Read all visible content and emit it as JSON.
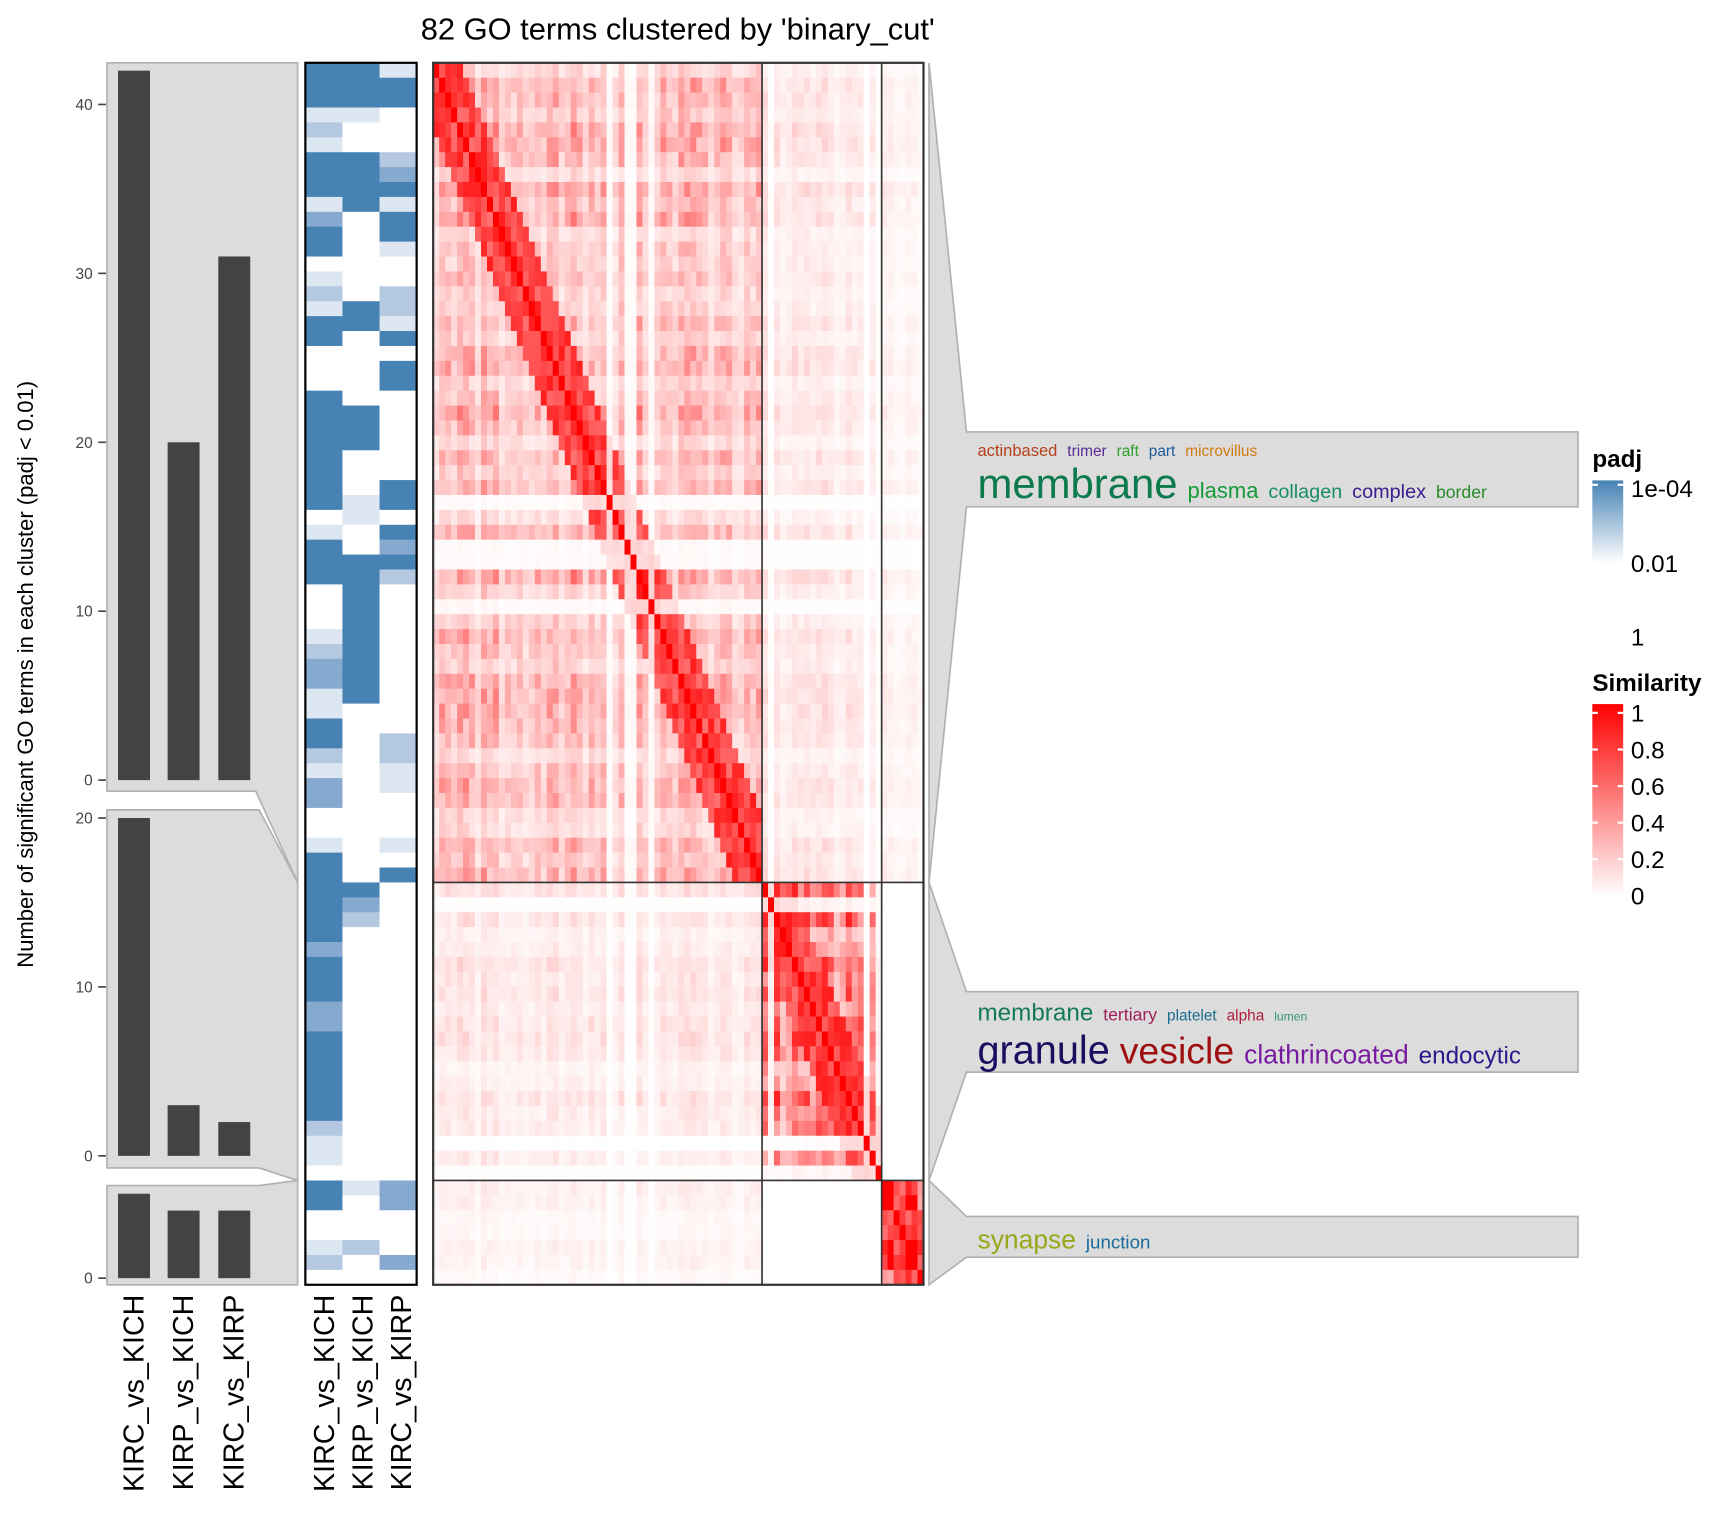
{
  "chart_data": {
    "type": "heatmap",
    "title": "82 GO terms clustered by 'binary_cut'",
    "ylabel": "Number of significant GO terms in each cluster (padj < 0.01)",
    "comparisons": [
      "KIRC_vs_KICH",
      "KIRP_vs_KICH",
      "KIRC_vs_KIRP"
    ],
    "clusters": [
      {
        "size": 55,
        "bar_values": [
          42,
          20,
          31
        ],
        "ticks": [
          "0",
          "10",
          "20",
          "30",
          "40"
        ],
        "ymax": 40,
        "padj_levels": [
          "4441214441344012144000444444440144400012331144213300144",
          "4441004444000000440000044400011004444444444000000000000",
          "1440002341441002214044000000440434200000000002211000104"
        ],
        "words": [
          {
            "text": "actinbased",
            "size": 15,
            "color": "#b5401a",
            "line": 1
          },
          {
            "text": "trimer",
            "size": 14,
            "color": "#5b2a92",
            "line": 1
          },
          {
            "text": "raft",
            "size": 14,
            "color": "#2e9e30",
            "line": 1
          },
          {
            "text": "part",
            "size": 14,
            "color": "#1f5a9a",
            "line": 1
          },
          {
            "text": "microvillus",
            "size": 14,
            "color": "#d17a0c",
            "line": 1
          },
          {
            "text": "membrane",
            "size": 38,
            "color": "#0b7a4c",
            "line": 2
          },
          {
            "text": "plasma",
            "size": 20,
            "color": "#169a3a",
            "line": 2
          },
          {
            "text": "collagen",
            "size": 18,
            "color": "#178e62",
            "line": 2
          },
          {
            "text": "complex",
            "size": 18,
            "color": "#3a1d8e",
            "line": 2
          },
          {
            "text": "border",
            "size": 16,
            "color": "#278a2a",
            "line": 2
          }
        ]
      },
      {
        "size": 20,
        "bar_values": [
          20,
          3,
          2
        ],
        "ticks": [
          "0",
          "10",
          "20"
        ],
        "ymax": 20,
        "padj_levels": [
          "44443444334444442110",
          "43200000000000000000",
          "00000000000000000000"
        ],
        "words": [
          {
            "text": "membrane",
            "size": 22,
            "color": "#137a58",
            "line": 1
          },
          {
            "text": "tertiary",
            "size": 16,
            "color": "#a0215a",
            "line": 1
          },
          {
            "text": "platelet",
            "size": 14,
            "color": "#1a6c8e",
            "line": 1
          },
          {
            "text": "alpha",
            "size": 14,
            "color": "#b01e3e",
            "line": 1
          },
          {
            "text": "lumen",
            "size": 11,
            "color": "#2f9a6a",
            "line": 1
          },
          {
            "text": "granule",
            "size": 36,
            "color": "#180f60",
            "line": 2
          },
          {
            "text": "vesicle",
            "size": 34,
            "color": "#9e0f10",
            "line": 2
          },
          {
            "text": "clathrincoated",
            "size": 24,
            "color": "#781aa0",
            "line": 2
          },
          {
            "text": "endocytic",
            "size": 22,
            "color": "#271a8a",
            "line": 2
          }
        ]
      },
      {
        "size": 7,
        "bar_values": [
          5,
          4,
          4
        ],
        "ticks": [
          "0"
        ],
        "ymax": 5,
        "padj_levels": [
          "4400120",
          "1000200",
          "3300030"
        ],
        "words": [
          {
            "text": "synapse",
            "size": 24,
            "color": "#98a81a",
            "line": 1
          },
          {
            "text": "junction",
            "size": 17,
            "color": "#1a6a9a",
            "line": 1
          }
        ]
      }
    ],
    "similarity_block_means": [
      [
        0.22,
        0.08,
        0.04
      ],
      [
        0.08,
        0.45,
        0.0
      ],
      [
        0.04,
        0.0,
        0.62
      ]
    ],
    "legend_padj": {
      "title": "padj",
      "labels": [
        "1e-04",
        "0.01",
        "1"
      ],
      "color_low": "#4682b4",
      "color_high": "#ffffff"
    },
    "legend_similarity": {
      "title": "Similarity",
      "labels": [
        "1",
        "0.8",
        "0.6",
        "0.4",
        "0.2",
        "0"
      ],
      "color_low": "#ffffff",
      "color_high": "#ff0000"
    }
  }
}
